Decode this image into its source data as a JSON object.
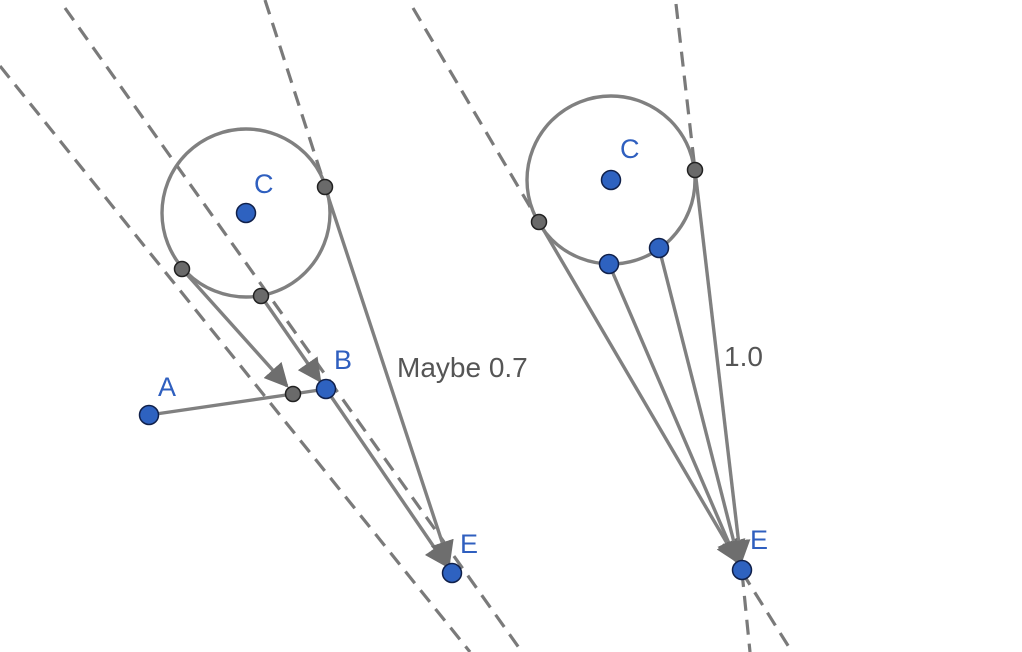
{
  "colors": {
    "point_blue": "#2e62c0",
    "point_gray": "#6a6a6a",
    "line_gray": "#808080",
    "label_blue": "#2f5fbf",
    "annotation_gray": "#555555"
  },
  "left_figure": {
    "labels": {
      "center": "C",
      "point_a": "A",
      "point_b": "B",
      "point_e": "E",
      "annotation": "Maybe 0.7"
    }
  },
  "right_figure": {
    "labels": {
      "center": "C",
      "point_e": "E",
      "annotation": "1.0"
    }
  }
}
